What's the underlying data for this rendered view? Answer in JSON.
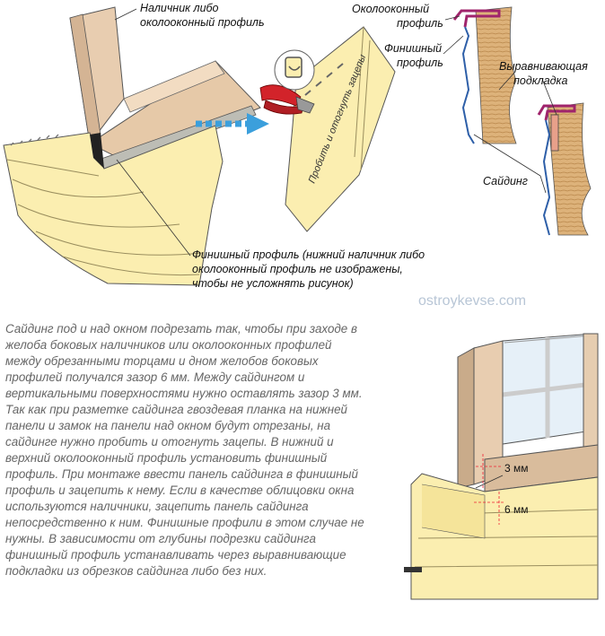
{
  "labels": {
    "trim_profile": [
      "Наличник либо",
      "околооконный профиль"
    ],
    "window_profile": [
      "Околооконный",
      "профиль"
    ],
    "finish_profile_small": [
      "Финишный",
      "профиль"
    ],
    "leveling_strip": [
      "Выравнивающая",
      "подкладка"
    ],
    "siding": "Сайдинг",
    "finish_profile_note": [
      "Финишный профиль (нижний наличник либо",
      "околооконный профиль не изображены,",
      "чтобы не усложнять рисунок)"
    ],
    "panel_text": "Пробить и отогнуть зацепы",
    "gap_3": "3 мм",
    "gap_6": "6 мм"
  },
  "watermark": "ostroykevse.com",
  "description": "Сайдинг под и над окном подрезать так, чтобы при заходе в желоба боковых наличников или околооконных профилей между обрезанными торцами и дном желобов боковых профилей получался зазор 6 мм. Между сайдингом и вертикальными поверхностями нужно оставлять зазор 3 мм. Так как при разметке сайдинга гвоздевая планка на нижней панели и замок на панели над окном будут отрезаны, на сайдинге нужно пробить и отогнуть зацепы. В нижний и верхний околооконный профиль установить финишный профиль. При монтаже ввести панель сайдинга в финишный профиль и зацепить к нему. Если в качестве облицовки окна используются наличники, зацепить панель сайдинга непосредственно к ним. Финишные профили в этом случае не нужны. В зависимости от глубины подрезки сайдинга финишный профиль устанавливать через выравнивающие подкладки из обрезков сайдинга либо без них."
}
